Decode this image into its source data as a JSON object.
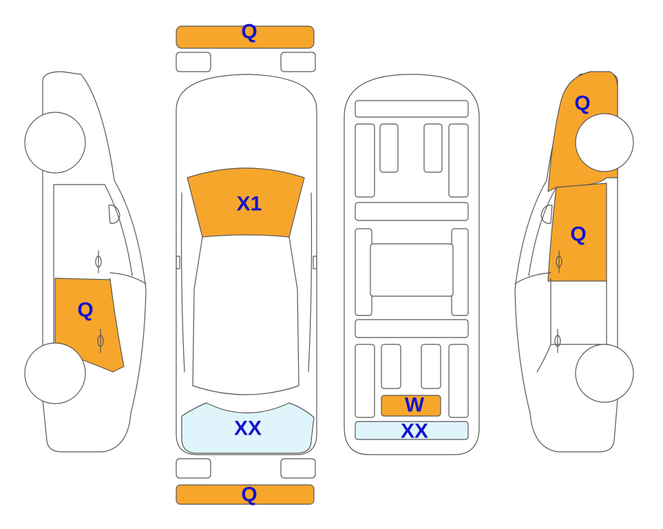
{
  "colors": {
    "damage": "#F7A62C",
    "glass_marked": "#DFF5FB",
    "label": "#1414CC",
    "outline": "#555555",
    "background": "#FFFFFF"
  },
  "markers": {
    "front_bumper": "Q",
    "rear_bumper": "Q",
    "windshield": "X1",
    "rear_window": "XX",
    "left_rear_door": "Q",
    "right_front_fender": "Q",
    "right_front_door": "Q",
    "underbody_rear_part": "W",
    "underbody_rear_bar": "XX"
  }
}
